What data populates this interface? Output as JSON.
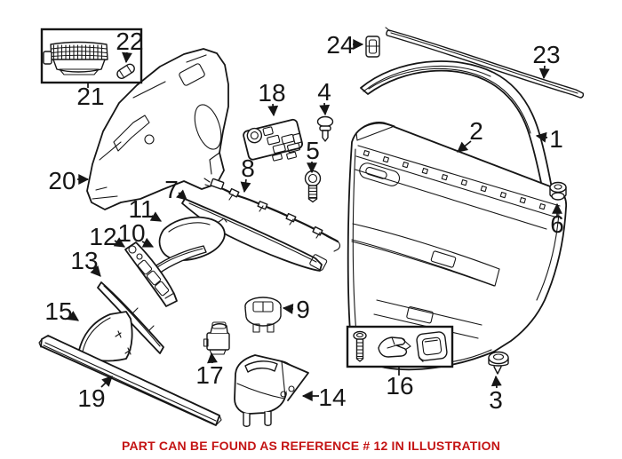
{
  "figure": {
    "footer_note": "PART CAN BE FOUND AS REFERENCE # 12 IN ILLUSTRATION",
    "highlighted_reference": "12"
  },
  "colors": {
    "line": "#161616",
    "note_red": "#c41414",
    "background": "#ffffff"
  },
  "callouts": {
    "c1": "1",
    "c2": "2",
    "c3": "3",
    "c4": "4",
    "c5": "5",
    "c6": "6",
    "c7": "7",
    "c8": "8",
    "c9": "9",
    "c10": "10",
    "c11": "11",
    "c12": "12",
    "c13": "13",
    "c14": "14",
    "c15": "15",
    "c16": "16",
    "c17": "17",
    "c18": "18",
    "c19": "19",
    "c20": "20",
    "c21": "21",
    "c22": "22",
    "c23": "23",
    "c24": "24"
  }
}
